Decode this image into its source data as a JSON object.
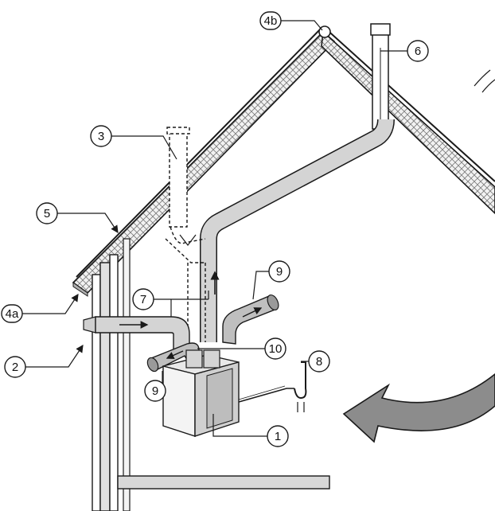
{
  "callouts": [
    {
      "id": "1",
      "label": "1"
    },
    {
      "id": "2",
      "label": "2"
    },
    {
      "id": "3",
      "label": "3"
    },
    {
      "id": "4a",
      "label": "4a"
    },
    {
      "id": "4b",
      "label": "4b"
    },
    {
      "id": "5",
      "label": "5"
    },
    {
      "id": "6",
      "label": "6"
    },
    {
      "id": "7",
      "label": "7"
    },
    {
      "id": "8",
      "label": "8"
    },
    {
      "id": "9a",
      "label": "9"
    },
    {
      "id": "9b",
      "label": "9"
    },
    {
      "id": "10",
      "label": "10"
    }
  ],
  "colors": {
    "line": "#1a1a1a",
    "duct": "#d4d4d4",
    "duct_dark": "#9a9a9a",
    "arrow_fill": "#8c8c8c",
    "background": "#ffffff"
  }
}
